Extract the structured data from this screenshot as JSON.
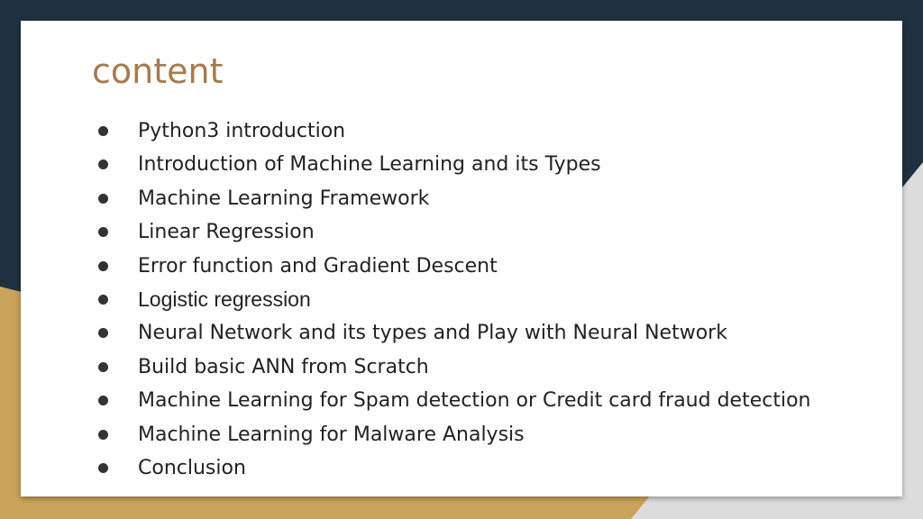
{
  "slide": {
    "title": "content",
    "items": [
      {
        "text": "Python3 introduction"
      },
      {
        "text": "Introduction of Machine Learning and its Types"
      },
      {
        "text": "Machine Learning Framework"
      },
      {
        "text": "Linear Regression"
      },
      {
        "text": "Error function and Gradient Descent"
      },
      {
        "text": "Logistic regression"
      },
      {
        "text": "Neural Network and its types and Play with Neural Network"
      },
      {
        "text": "Build basic ANN from Scratch"
      },
      {
        "text": "Machine Learning for Spam detection or Credit card fraud detection"
      },
      {
        "text": "Machine Learning for Malware Analysis"
      },
      {
        "text": "Conclusion"
      }
    ]
  },
  "colors": {
    "background_dark": "#1f3140",
    "accent_gold": "#c9a35a",
    "title": "#a57b4f",
    "panel_gray": "#dcdcdc"
  }
}
